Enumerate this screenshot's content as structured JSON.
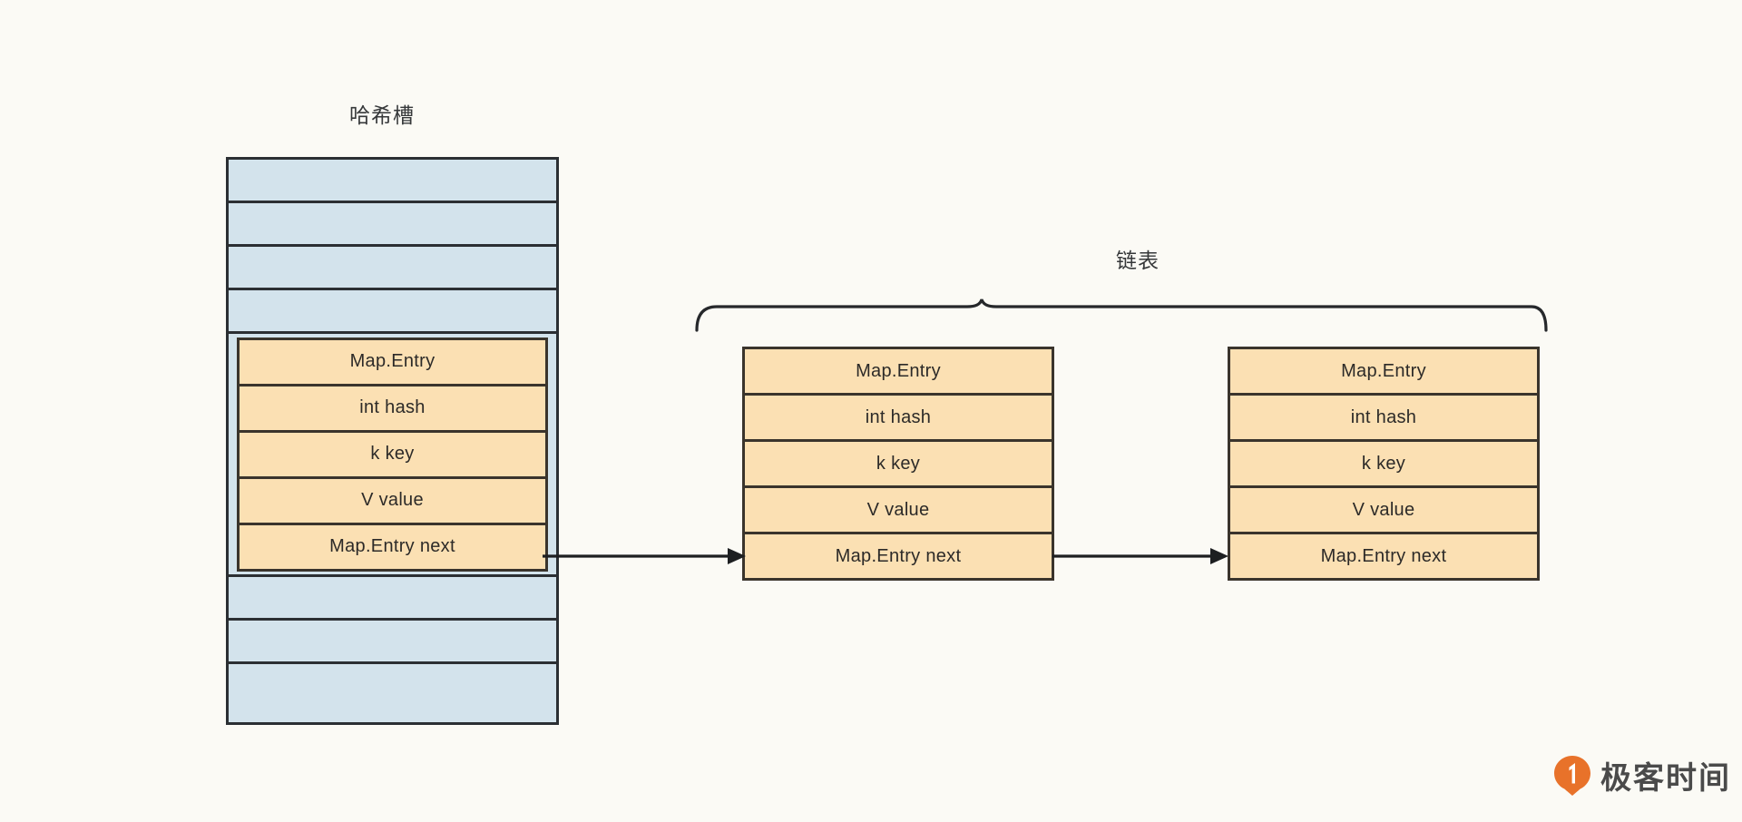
{
  "diagram": {
    "title_hash_slot": "哈希槽",
    "title_linked_list": "链表",
    "colors": {
      "background": "#fbfaf5",
      "slot_fill": "#d3e3ec",
      "slot_stroke": "#2b2f33",
      "entry_fill": "#fbe0b3",
      "entry_stroke": "#3a342c",
      "text": "#2c2a28",
      "brand_orange": "#e8722a"
    },
    "hash_slot_table": {
      "name": "hash-slot-table",
      "slots": [
        {
          "index": 0,
          "occupied": false
        },
        {
          "index": 1,
          "occupied": false
        },
        {
          "index": 2,
          "occupied": false
        },
        {
          "index": 3,
          "occupied": false
        },
        {
          "index": 4,
          "occupied": true
        },
        {
          "index": 5,
          "occupied": false
        },
        {
          "index": 6,
          "occupied": false
        },
        {
          "index": 7,
          "occupied": false
        }
      ]
    },
    "entry_fields": [
      "Map.Entry",
      "int hash",
      "k key",
      "V value",
      "Map.Entry next"
    ],
    "entries": [
      {
        "id": "entry-1",
        "position": "embedded-in-slot-4",
        "rows": [
          "Map.Entry",
          "int hash",
          "k key",
          "V value",
          "Map.Entry next"
        ]
      },
      {
        "id": "entry-2",
        "position": "linked-list-node-2",
        "rows": [
          "Map.Entry",
          "int hash",
          "k key",
          "V value",
          "Map.Entry next"
        ]
      },
      {
        "id": "entry-3",
        "position": "linked-list-node-3",
        "rows": [
          "Map.Entry",
          "int hash",
          "k key",
          "V value",
          "Map.Entry next"
        ]
      }
    ],
    "arrows": [
      {
        "from": "entry-1.next",
        "to": "entry-2"
      },
      {
        "from": "entry-2.next",
        "to": "entry-3"
      }
    ],
    "brand": {
      "text": "极客时间",
      "mark": "geektime-logo-icon"
    }
  }
}
